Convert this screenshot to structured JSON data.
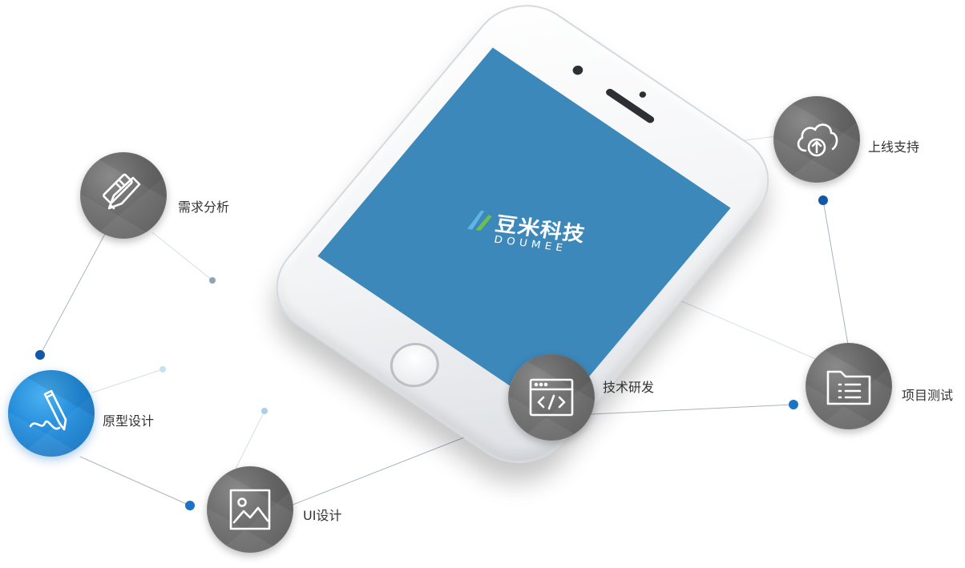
{
  "brand": {
    "name_cn": "豆米科技",
    "name_en": "DOUMEE"
  },
  "steps": [
    {
      "label": "需求分析",
      "icon": "ruler-pencil-icon",
      "active": false
    },
    {
      "label": "原型设计",
      "icon": "pencil-draw-icon",
      "active": true
    },
    {
      "label": "UI设计",
      "icon": "image-icon",
      "active": false
    },
    {
      "label": "技术研发",
      "icon": "code-window-icon",
      "active": false
    },
    {
      "label": "项目测试",
      "icon": "folder-list-icon",
      "active": false
    },
    {
      "label": "上线支持",
      "icon": "cloud-upload-icon",
      "active": false
    }
  ],
  "colors": {
    "screen": "#3c88bb",
    "node_gray": "#6b6b6b",
    "node_active": "#1f88d8",
    "dot_dark": "#1357a8",
    "dot_light": "#a9cfea",
    "line": "#c5ced6"
  }
}
